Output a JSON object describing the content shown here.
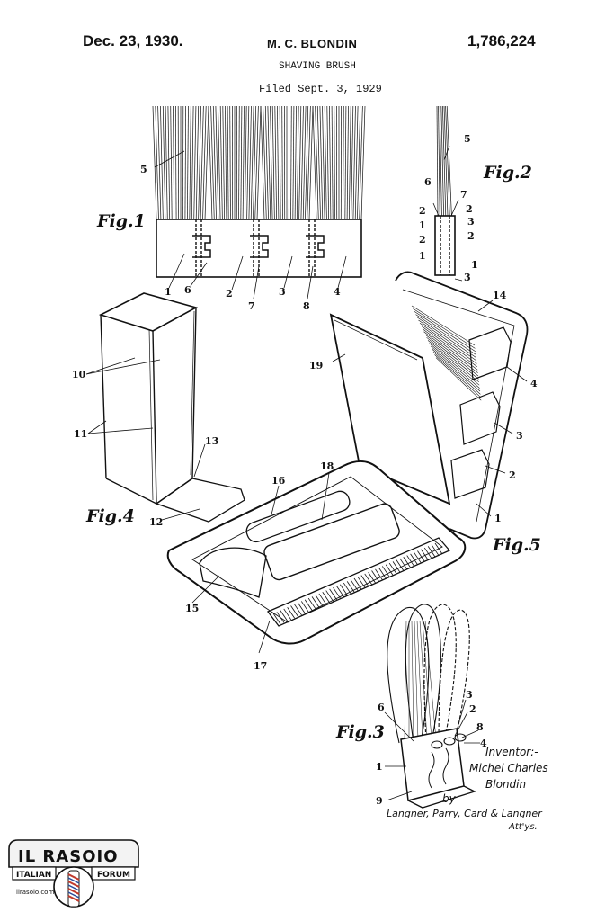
{
  "header": {
    "date": "Dec. 23, 1930.",
    "inventor_name": "M. C. BLONDIN",
    "patent_number": "1,786,224",
    "title": "SHAVING BRUSH",
    "filed": "Filed Sept. 3, 1929"
  },
  "figures": {
    "fig1": "Fig.1",
    "fig2": "Fig.2",
    "fig3": "Fig.3",
    "fig4": "Fig.4",
    "fig5": "Fig.5"
  },
  "fig1_labels": [
    "5",
    "1",
    "6",
    "2",
    "7",
    "3",
    "8",
    "4"
  ],
  "fig2_labels": [
    "5",
    "6",
    "7",
    "2",
    "2",
    "1",
    "3",
    "2",
    "2",
    "1",
    "1",
    "3"
  ],
  "fig4_labels": [
    "10",
    "11",
    "13",
    "12"
  ],
  "fig5_labels": [
    "14",
    "19",
    "4",
    "3",
    "2",
    "1",
    "16",
    "18",
    "15",
    "17"
  ],
  "fig3_labels": [
    "3",
    "2",
    "6",
    "8",
    "4",
    "1",
    "9"
  ],
  "signature": {
    "inventor_label": "Inventor:-",
    "inventor_line1": "Michel Charles",
    "inventor_line2": "Blondin",
    "by": "by",
    "attorneys": "Langner, Parry, Card & Langner",
    "attys": "Att'ys."
  },
  "watermark": {
    "title": "IL RASOIO",
    "left_tag": "ITALIAN",
    "right_tag": "FORUM",
    "site": "ilrasoio.com"
  }
}
